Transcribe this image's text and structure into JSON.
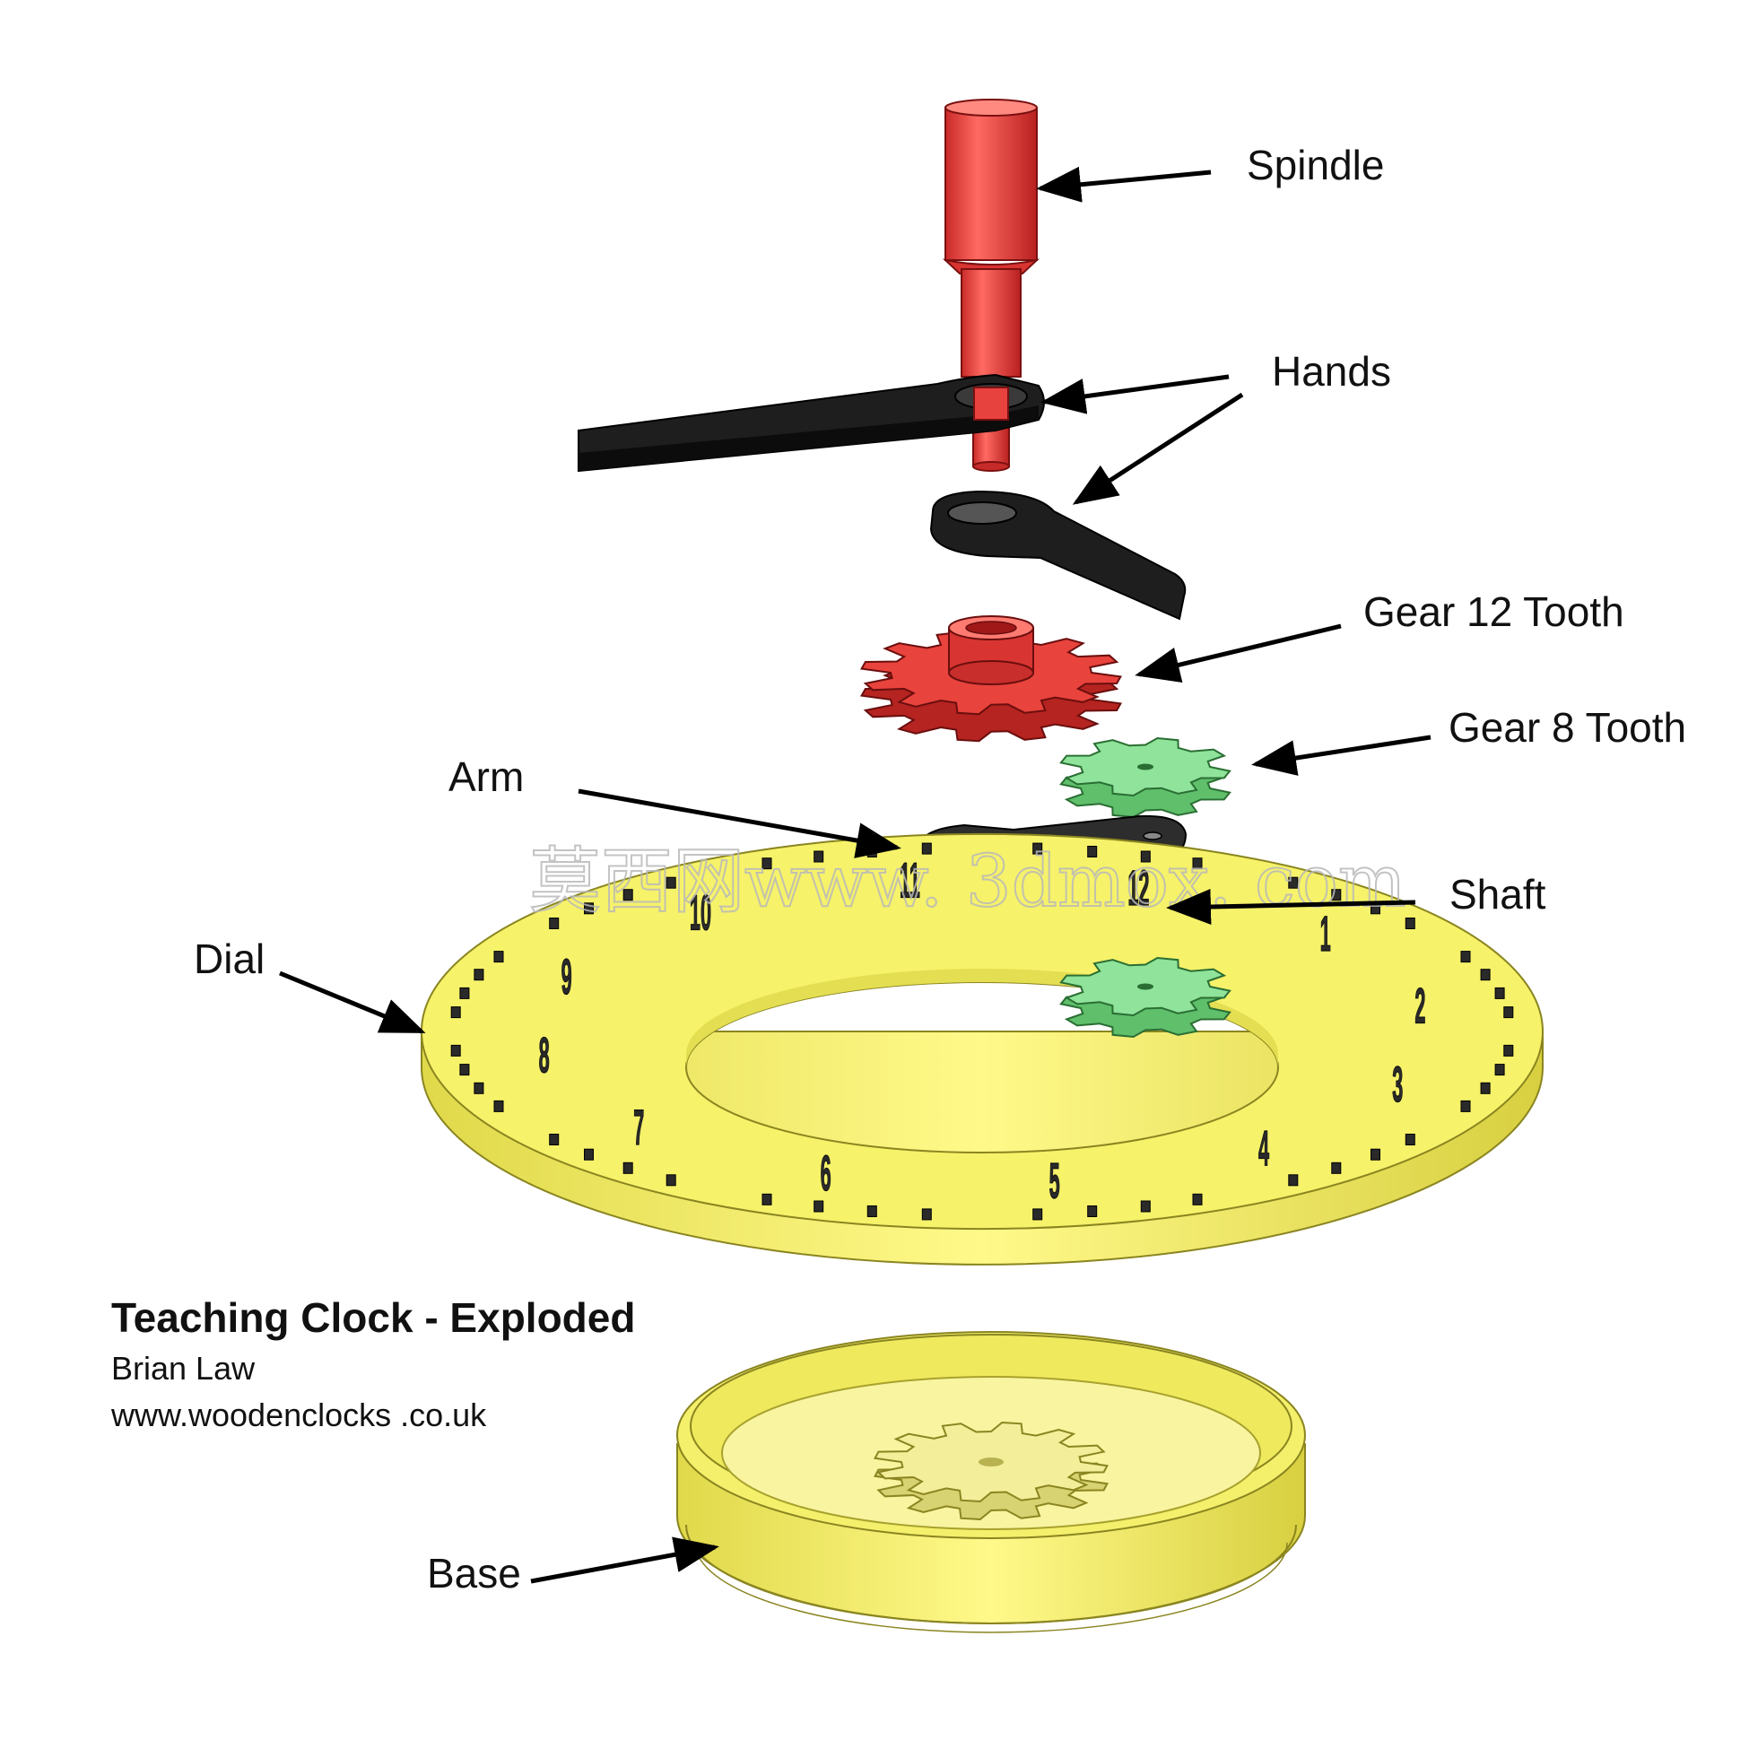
{
  "labels": {
    "spindle": "Spindle",
    "hands": "Hands",
    "gear12": "Gear 12 Tooth",
    "gear8": "Gear 8 Tooth",
    "arm": "Arm",
    "shaft": "Shaft",
    "dial": "Dial",
    "base": "Base"
  },
  "credit": {
    "title": "Teaching Clock - Exploded",
    "author": "Brian Law",
    "website": "www.woodenclocks .co.uk"
  },
  "watermark": "莫西网www. 3dmox. com",
  "dial_numerals": [
    "12",
    "1",
    "2",
    "3",
    "4",
    "5",
    "6",
    "7",
    "8",
    "9",
    "10",
    "11"
  ],
  "colors": {
    "spindle": "#e8423f",
    "hands": "#1c1c1c",
    "gear12": "#e8433c",
    "gear8": "#8fe39a",
    "dial": "#f6f26a",
    "base": "#f4f06c",
    "arrows": "#000000"
  }
}
